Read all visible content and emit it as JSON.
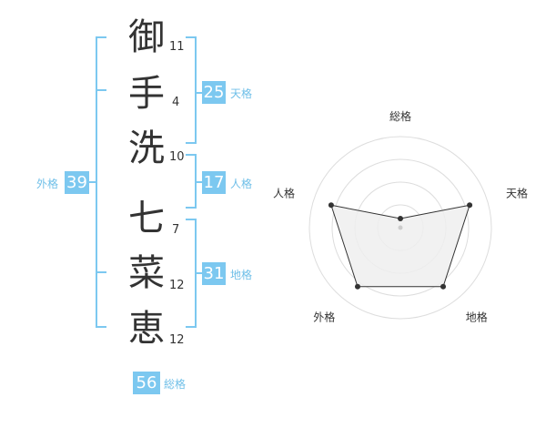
{
  "name": {
    "chars": [
      {
        "char": "御",
        "strokes": "11"
      },
      {
        "char": "手",
        "strokes": "4"
      },
      {
        "char": "洗",
        "strokes": "10"
      },
      {
        "char": "七",
        "strokes": "7"
      },
      {
        "char": "菜",
        "strokes": "12"
      },
      {
        "char": "恵",
        "strokes": "12"
      }
    ]
  },
  "fortunes": {
    "tenkaku": {
      "value": "25",
      "label": "天格"
    },
    "jinkaku": {
      "value": "17",
      "label": "人格"
    },
    "chikaku": {
      "value": "31",
      "label": "地格"
    },
    "gaikaku": {
      "value": "39",
      "label": "外格"
    },
    "soukaku": {
      "value": "56",
      "label": "総格"
    }
  },
  "chart_data": {
    "type": "radar",
    "axes": [
      "総格",
      "天格",
      "地格",
      "外格",
      "人格"
    ],
    "values": [
      0.1,
      0.8,
      0.8,
      0.8,
      0.8
    ],
    "range": [
      0,
      1
    ],
    "rings": 4
  },
  "colors": {
    "accent": "#7cc8f0",
    "accent_text": "#6fbfe8",
    "text": "#333333",
    "ring": "#dddddd",
    "chart_fill": "#eeeeee",
    "chart_line": "#333333"
  }
}
